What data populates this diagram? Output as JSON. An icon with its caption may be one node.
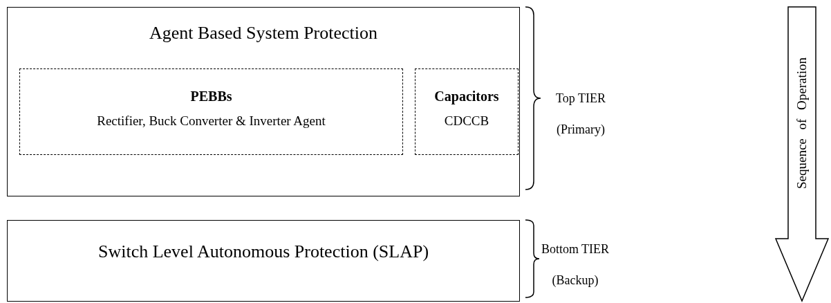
{
  "diagram": {
    "nodes": [
      {
        "text": [
          "Agent Based System Protection"
        ],
        "beside": [
          "Top TIER (Primary)"
        ]
      },
      {
        "text": [
          "PEBBs",
          "Rectifier, Buck Converter & Inverter Agent"
        ],
        "in": 0
      },
      {
        "text": [
          "Capacitors",
          "CDCCB"
        ],
        "in": 0
      },
      {
        "text": [
          "Switch Level Autonomous Protection (SLAP)"
        ],
        "beside": [
          "Bottom TIER (Backup)"
        ]
      }
    ],
    "edges": [],
    "labels": [
      "Sequence of Operation"
    ]
  }
}
